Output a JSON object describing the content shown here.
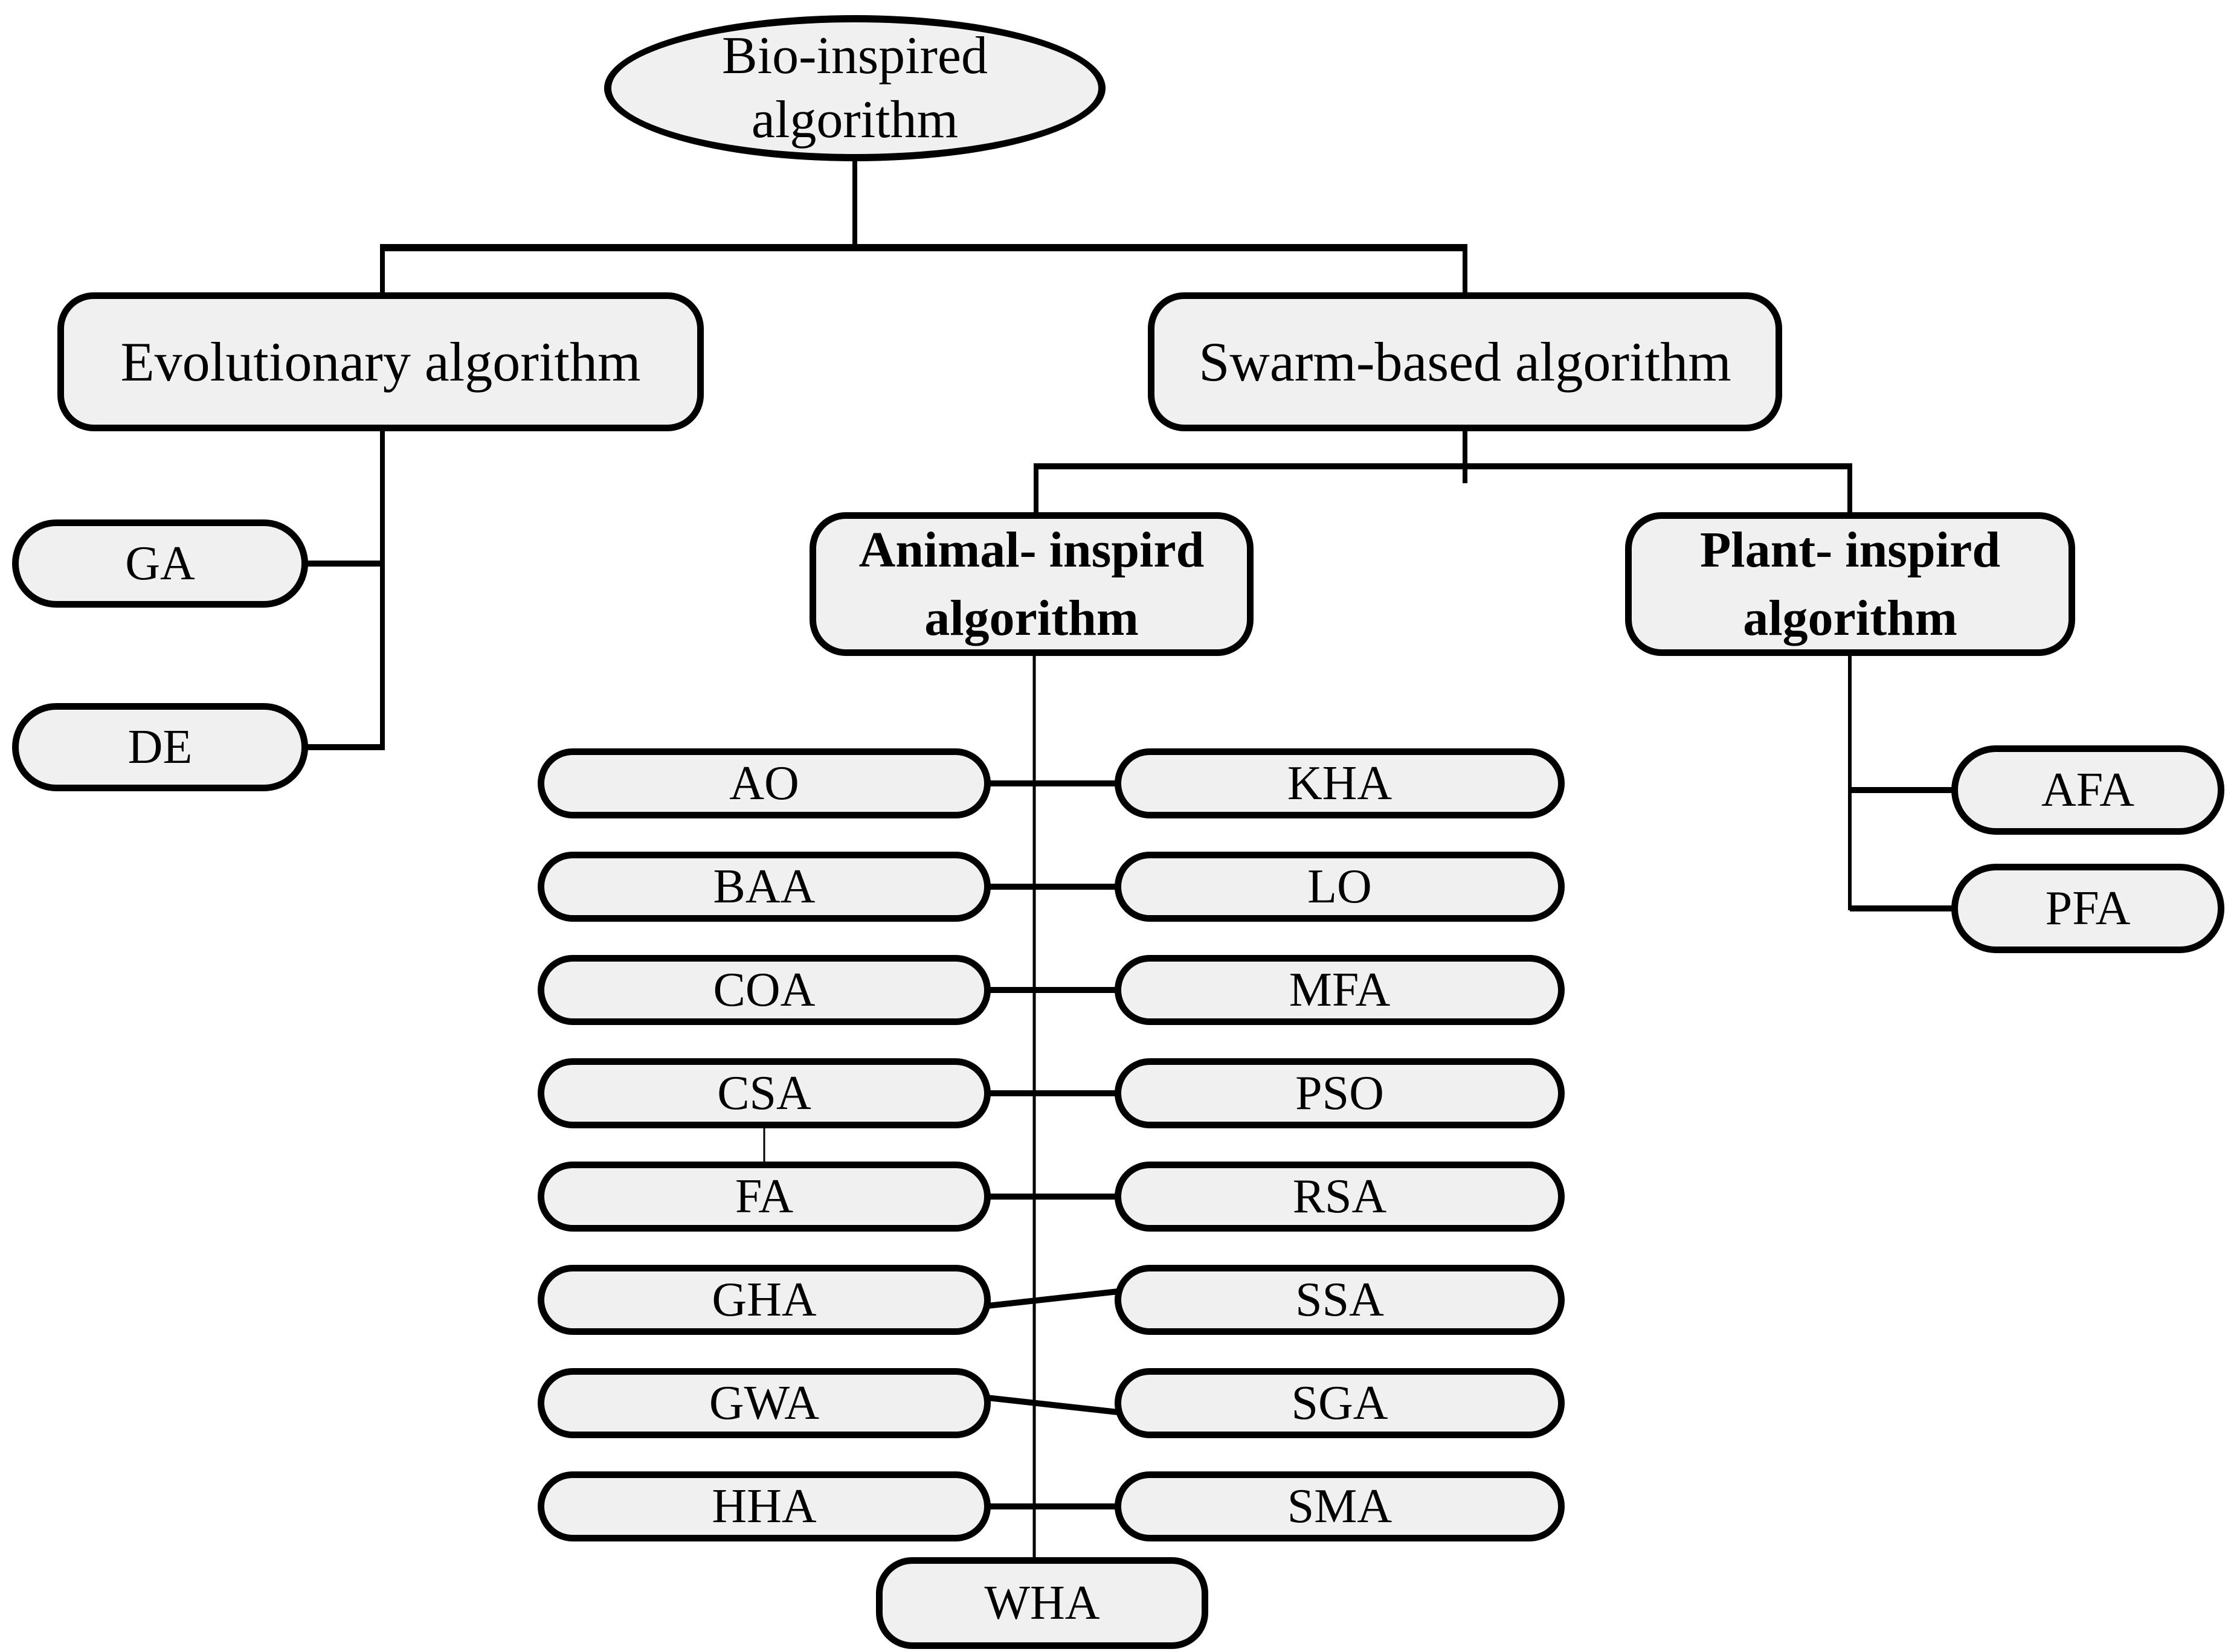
{
  "figure": {
    "title": "Bio-inspired algorithm taxonomy flowchart",
    "colors": {
      "background": "#ffffff",
      "node_fill": "#f0f0f0",
      "stroke": "#000000"
    },
    "root": {
      "line1": "Bio-inspired",
      "line2": "algorithm"
    },
    "evolutionary": {
      "label": "Evolutionary algorithm",
      "children": [
        "GA",
        "DE"
      ]
    },
    "swarm": {
      "label": "Swarm-based algorithm"
    },
    "animal": {
      "line1": "Animal- inspird",
      "line2": "algorithm"
    },
    "plant": {
      "line1": "Plant- inspird",
      "line2": "algorithm"
    },
    "animal_left": [
      "AO",
      "BAA",
      "COA",
      "CSA",
      "FA",
      "GHA",
      "GWA",
      "HHA"
    ],
    "animal_right": [
      "KHA",
      "LO",
      "MFA",
      "PSO",
      "RSA",
      "SSA",
      "SGA",
      "SMA"
    ],
    "animal_bottom": "WHA",
    "plant_children": [
      "AFA",
      "PFA"
    ]
  }
}
